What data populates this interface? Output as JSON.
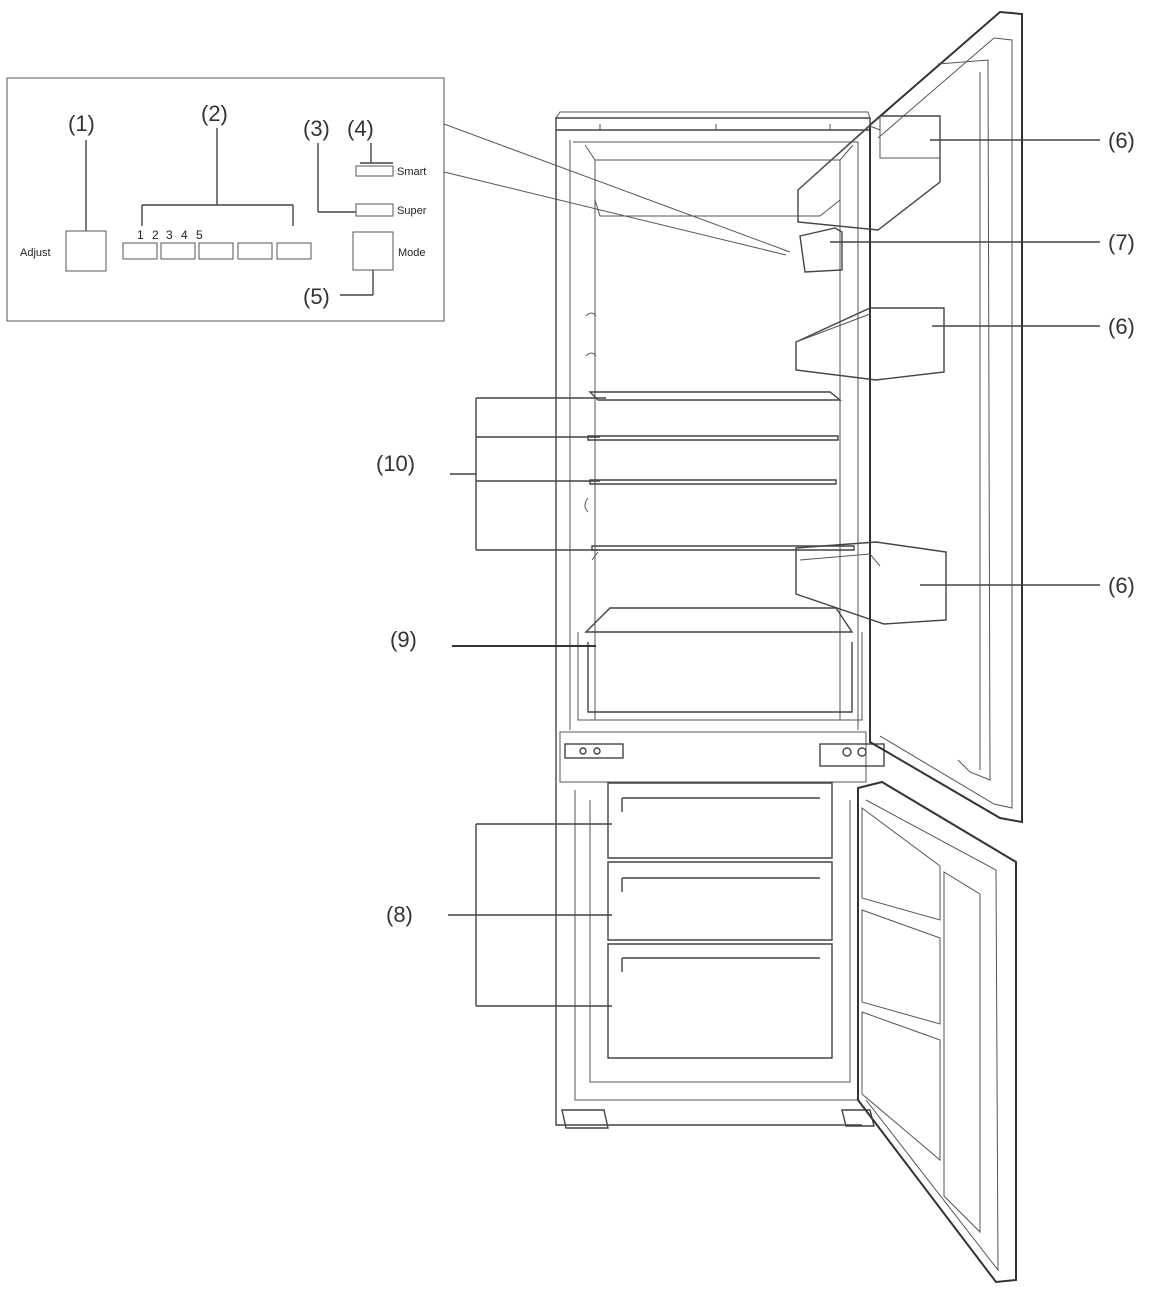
{
  "panel": {
    "label_1": "(1)",
    "label_2": "(2)",
    "label_3": "(3)",
    "label_4": "(4)",
    "label_5": "(5)",
    "adjust": "Adjust",
    "smart": "Smart",
    "super": "Super",
    "mode": "Mode",
    "n1": "1",
    "n2": "2",
    "n3": "3",
    "n4": "4",
    "n5": "5"
  },
  "callouts": {
    "c6a": "(6)",
    "c7": "(7)",
    "c6b": "(6)",
    "c6c": "(6)",
    "c10": "(10)",
    "c9": "(9)",
    "c8": "(8)"
  }
}
